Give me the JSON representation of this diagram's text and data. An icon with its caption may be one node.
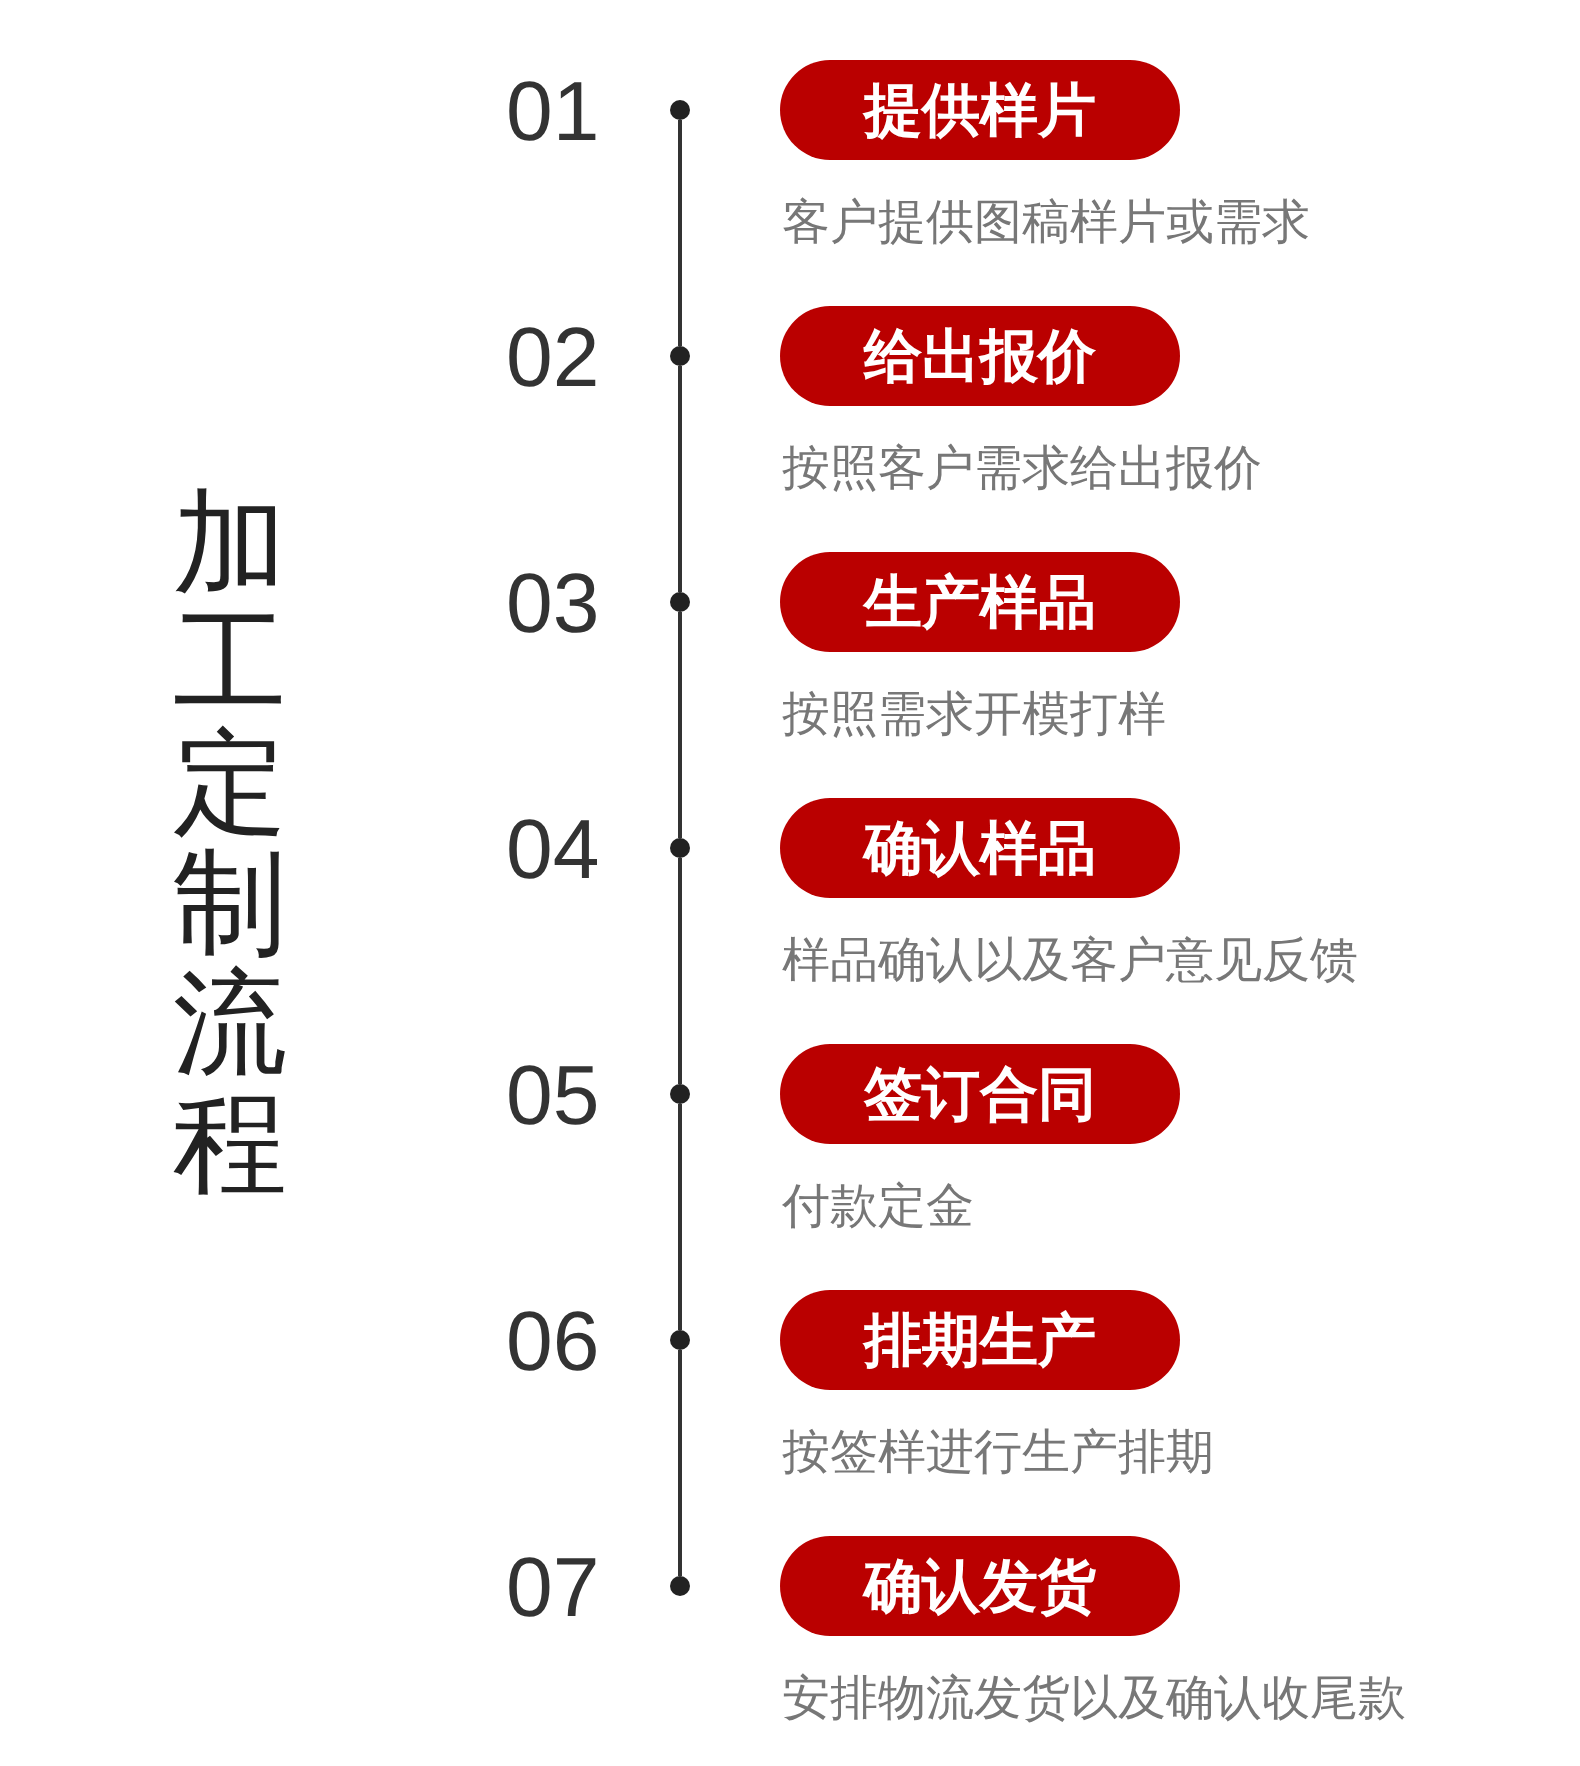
{
  "diagram": {
    "title": "加工定制流程",
    "nodes": [
      {
        "text": [],
        "shape": "circle",
        "beside": [
          "01"
        ]
      },
      {
        "text": [
          "提供样片"
        ],
        "beside": [
          "客户提供图稿样片或需求"
        ]
      },
      {
        "text": [],
        "shape": "circle",
        "beside": [
          "02"
        ]
      },
      {
        "text": [
          "给出报价"
        ],
        "beside": [
          "按照客户需求给出报价"
        ]
      },
      {
        "text": [],
        "shape": "circle",
        "beside": [
          "03"
        ]
      },
      {
        "text": [
          "生产样品"
        ],
        "beside": [
          "按照需求开模打样"
        ]
      },
      {
        "text": [],
        "shape": "circle",
        "beside": [
          "04"
        ]
      },
      {
        "text": [
          "确认样品"
        ],
        "beside": [
          "样品确认以及客户意见反馈"
        ]
      },
      {
        "text": [],
        "shape": "circle",
        "beside": [
          "05"
        ]
      },
      {
        "text": [
          "签订合同"
        ],
        "beside": [
          "付款定金"
        ]
      },
      {
        "text": [],
        "shape": "circle",
        "beside": [
          "06"
        ]
      },
      {
        "text": [
          "排期生产"
        ],
        "beside": [
          "按签样进行生产排期"
        ]
      },
      {
        "text": [],
        "shape": "circle",
        "beside": [
          "07"
        ]
      },
      {
        "text": [
          "确认发货"
        ],
        "beside": [
          "安排物流发货以及确认收尾款"
        ]
      }
    ],
    "edges": [
      {
        "from": 0,
        "to": 2,
        "arrow": "none"
      },
      {
        "from": 2,
        "to": 4,
        "arrow": "none"
      },
      {
        "from": 4,
        "to": 6,
        "arrow": "none"
      },
      {
        "from": 6,
        "to": 8,
        "arrow": "none"
      },
      {
        "from": 8,
        "to": 10,
        "arrow": "none"
      },
      {
        "from": 10,
        "to": 12,
        "arrow": "none"
      }
    ]
  }
}
